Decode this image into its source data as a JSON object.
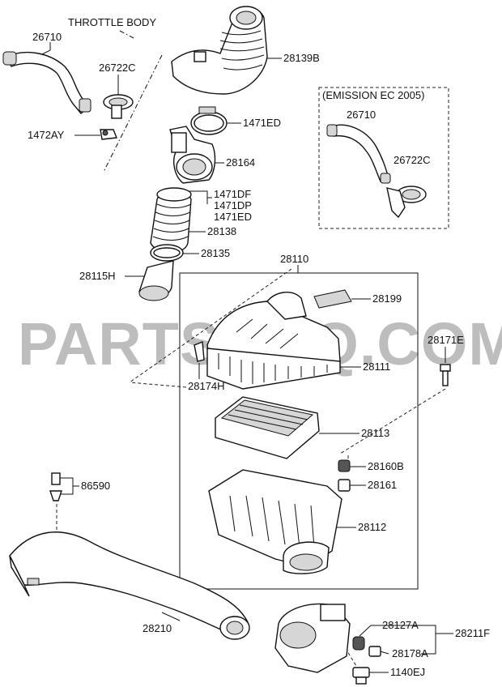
{
  "watermark": "PARTSOUQ.COM",
  "labels": {
    "throttle_body": "THROTTLE BODY",
    "l26710": "26710",
    "l26722c": "26722C",
    "l1472ay": "1472AY",
    "l28139b": "28139B",
    "l1471ed_top": "1471ED",
    "l28164": "28164",
    "l1471df": "1471DF",
    "l1471dp": "1471DP",
    "l1471ed_mid": "1471ED",
    "l28138": "28138",
    "l28135": "28135",
    "l28115h": "28115H",
    "l28110": "28110",
    "l28199": "28199",
    "l28171e": "28171E",
    "l28111": "28111",
    "l28174h": "28174H",
    "l28113": "28113",
    "l28160b": "28160B",
    "l28161": "28161",
    "l28112": "28112",
    "l86590": "86590",
    "l28210": "28210",
    "l28127a": "28127A",
    "l28211f": "28211F",
    "l28178a": "28178A",
    "l1140ej": "1140EJ"
  },
  "emission_box": {
    "title": "(EMISSION EC 2005)",
    "l26710": "26710",
    "l26722c": "26722C"
  }
}
